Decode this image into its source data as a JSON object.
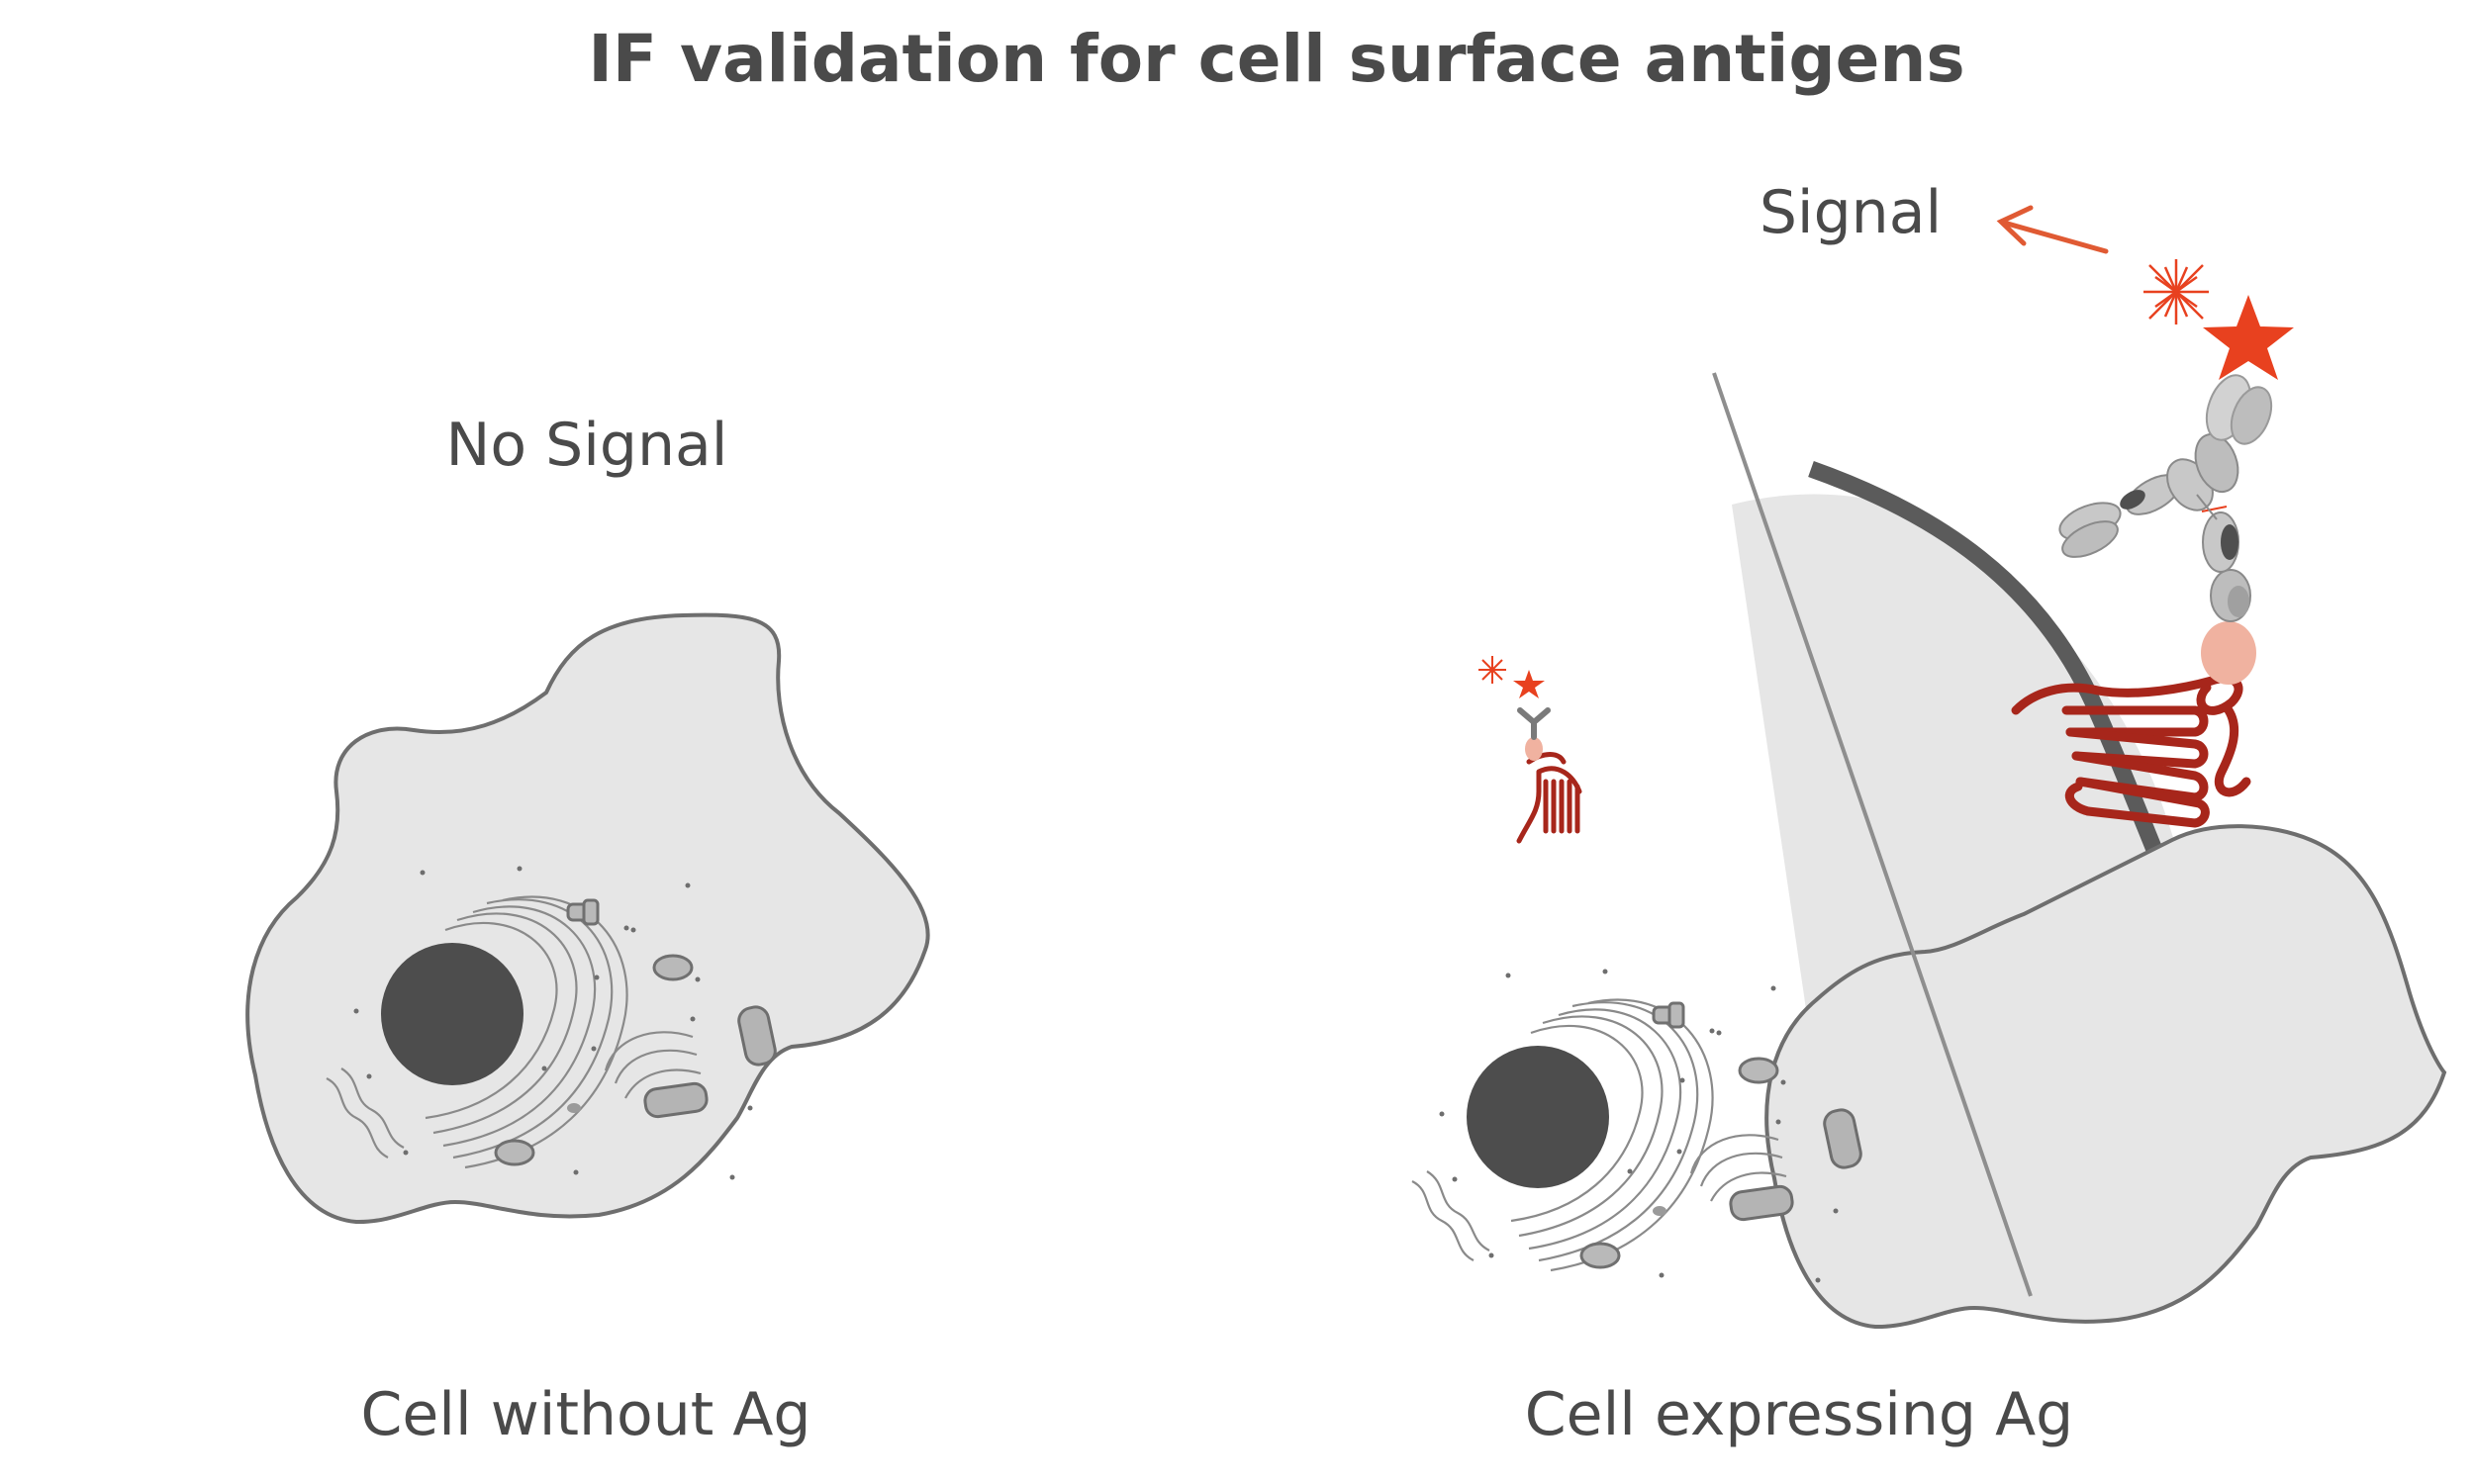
{
  "title": "IF validation for cell surface antigens",
  "left_panel": {
    "signal_label": "No Signal",
    "caption": "Cell without Ag"
  },
  "right_panel": {
    "signal_label": "Signal",
    "caption": "Cell expressing Ag"
  },
  "colors": {
    "cell_fill": "#e6e6e6",
    "cell_outline": "#6e6e6e",
    "nucleus": "#4d4d4d",
    "antigen": "#a7261b",
    "fluorophore": "#e8411f",
    "signal_arrow": "#e05a33",
    "antibody_light": "#c8c8c8",
    "antibody_dark": "#555555",
    "epitope": "#f0b2a0",
    "membrane_dark": "#5b5b5b",
    "text": "#4a4a4a"
  },
  "icons": [
    "fluorophore-star-icon",
    "emission-burst-icon",
    "signal-arrow-icon"
  ]
}
